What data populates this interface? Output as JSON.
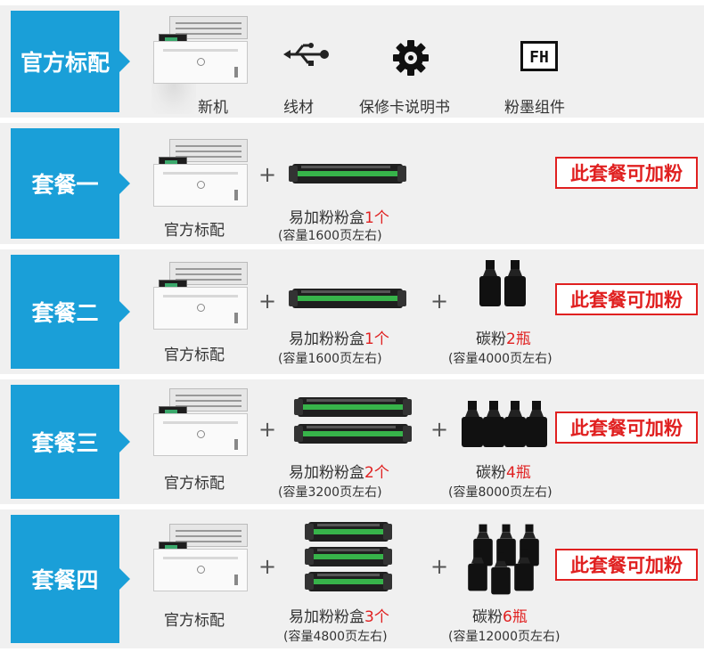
{
  "sections": [
    {
      "tab": "官方标配",
      "items": [
        {
          "icon": "printer",
          "label": "新机"
        },
        {
          "icon": "usb-cable-icon",
          "label": "线材"
        },
        {
          "icon": "gear-icon",
          "label": "保修卡说明书"
        },
        {
          "icon": "fh-toner-icon",
          "label": "粉墨组件",
          "icon_text": "FH"
        }
      ]
    },
    {
      "tab": "套餐一",
      "printer_label": "官方标配",
      "cartridge_label": "易加粉粉盒",
      "cartridge_qty": "1个",
      "cartridge_cap": "(容量1600页左右)",
      "cartridge_count": 1,
      "badge": "此套餐可加粉"
    },
    {
      "tab": "套餐二",
      "printer_label": "官方标配",
      "cartridge_label": "易加粉粉盒",
      "cartridge_qty": "1个",
      "cartridge_cap": "(容量1600页左右)",
      "cartridge_count": 1,
      "toner_label": "碳粉",
      "toner_qty": "2瓶",
      "toner_cap": "(容量4000页左右)",
      "bottle_count": 2,
      "badge": "此套餐可加粉"
    },
    {
      "tab": "套餐三",
      "printer_label": "官方标配",
      "cartridge_label": "易加粉粉盒",
      "cartridge_qty": "2个",
      "cartridge_cap": "(容量3200页左右)",
      "cartridge_count": 2,
      "toner_label": "碳粉",
      "toner_qty": "4瓶",
      "toner_cap": "(容量8000页左右)",
      "bottle_count": 4,
      "badge": "此套餐可加粉"
    },
    {
      "tab": "套餐四",
      "printer_label": "官方标配",
      "cartridge_label": "易加粉粉盒",
      "cartridge_qty": "3个",
      "cartridge_cap": "(容量4800页左右)",
      "cartridge_count": 3,
      "toner_label": "碳粉",
      "toner_qty": "6瓶",
      "toner_cap": "(容量12000页左右)",
      "bottle_count": 6,
      "badge": "此套餐可加粉"
    }
  ],
  "plus_sign": "+",
  "colors": {
    "tab_blue": "#1a9fd8",
    "accent_red": "#e02020",
    "panel_gray": "#f0f0f0",
    "cartridge_green": "#37b34a"
  }
}
